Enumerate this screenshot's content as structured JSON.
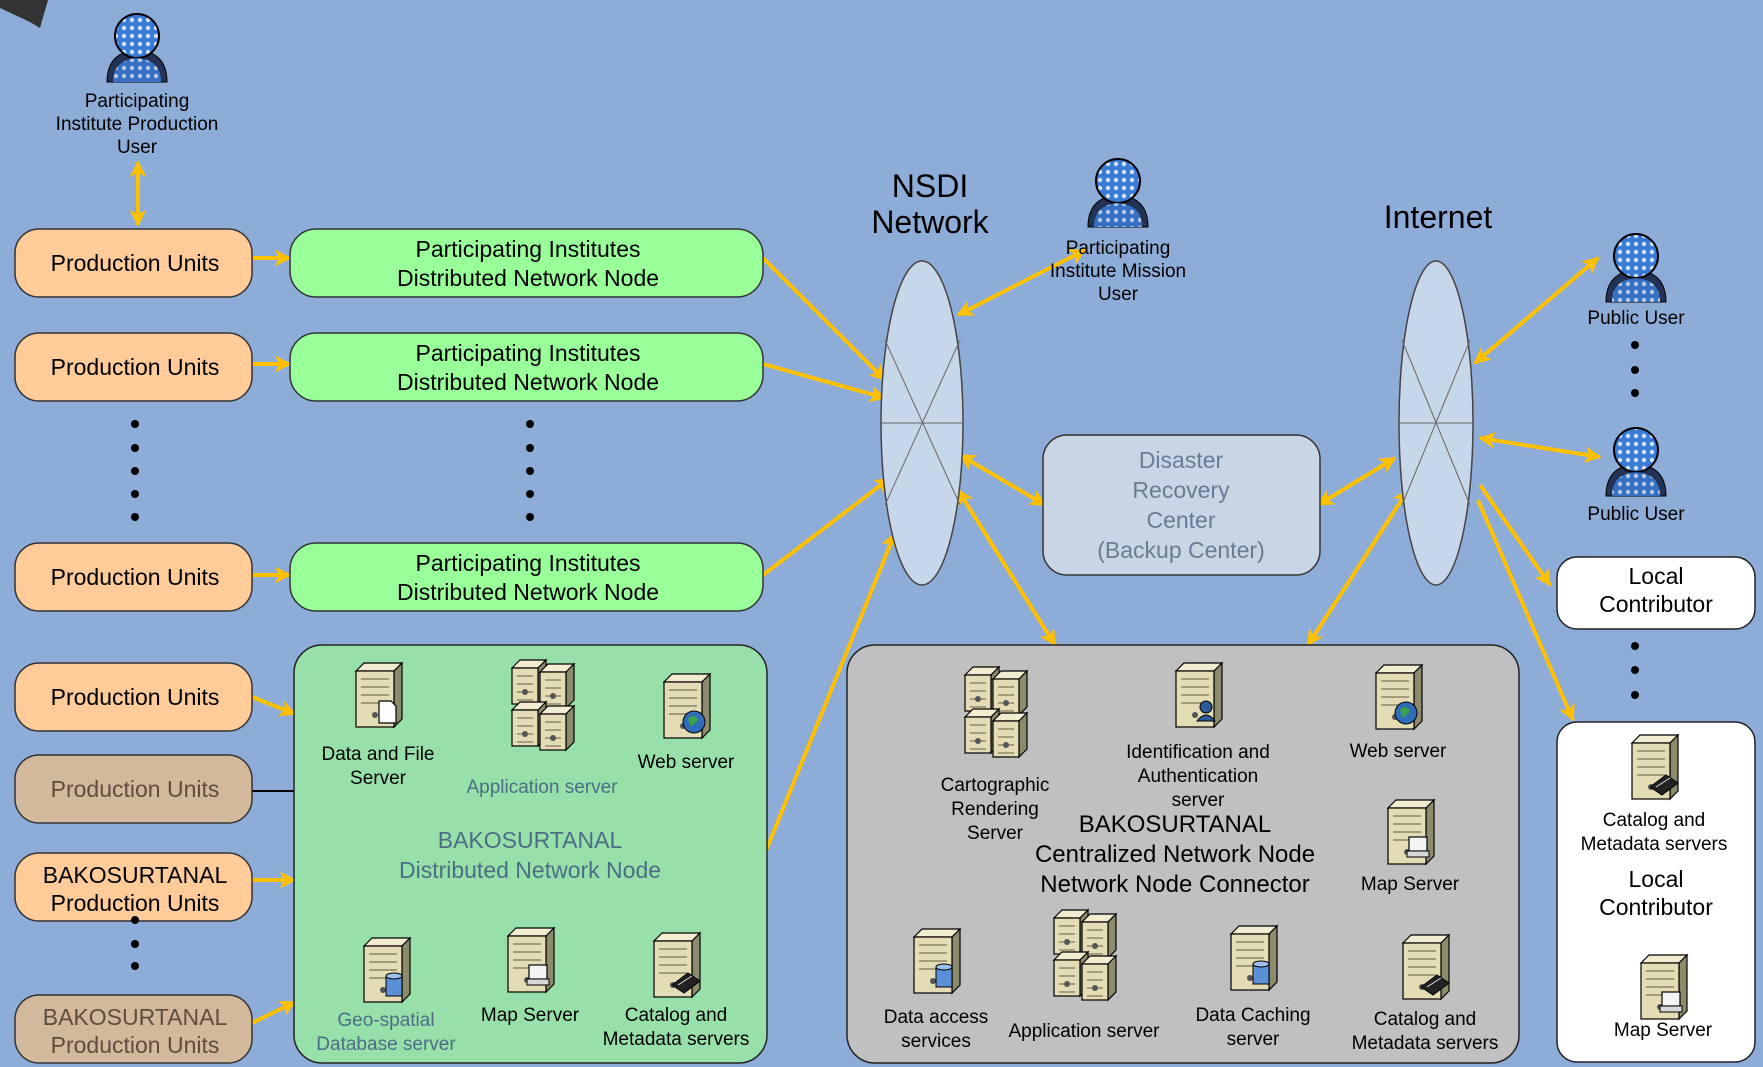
{
  "colors": {
    "background": "#8eacd8",
    "production_unit": "#ffcc99",
    "production_unit_muted": "#d2b99b",
    "distributed_node": "#99ff99",
    "bakosurtanal_node": "#98e0aa",
    "central_node": "#c0c0c0",
    "disaster_box": "#c9d4e4",
    "cloud": "#c8d6ea",
    "arrow": "#ffc000",
    "white_box": "#ffffff"
  },
  "users": {
    "production_user": [
      "Participating",
      "Institute Production",
      "User"
    ],
    "mission_user": [
      "Participating",
      "Institute Mission",
      "User"
    ],
    "public_user_1": [
      "Public User"
    ],
    "public_user_2": [
      "Public User"
    ]
  },
  "networks": {
    "nsdi": [
      "NSDI",
      "Network"
    ],
    "internet": [
      "Internet"
    ]
  },
  "production_units": [
    {
      "label": [
        "Production Units"
      ]
    },
    {
      "label": [
        "Production Units"
      ]
    },
    {
      "label": [
        "Production Units"
      ]
    },
    {
      "label": [
        "Production Units"
      ]
    },
    {
      "label": [
        "Production Units"
      ]
    },
    {
      "label": [
        "BAKOSURTANAL",
        "Production Units"
      ]
    },
    {
      "label": [
        "BAKOSURTANAL",
        "Production Units"
      ]
    }
  ],
  "distributed_nodes": [
    {
      "label": [
        "Participating Institutes",
        "Distributed Network Node"
      ]
    },
    {
      "label": [
        "Participating Institutes",
        "Distributed Network Node"
      ]
    },
    {
      "label": [
        "Participating Institutes",
        "Distributed Network Node"
      ]
    }
  ],
  "disaster_center": [
    "Disaster",
    "Recovery",
    "Center",
    "(Backup Center)"
  ],
  "bakosurtanal_node": {
    "title": [
      "BAKOSURTANAL",
      "Distributed Network Node"
    ],
    "servers": [
      {
        "label": [
          "Data and File",
          "Server"
        ],
        "icon": "file-server-icon"
      },
      {
        "label": [
          "Application server"
        ],
        "icon": "application-server-icon"
      },
      {
        "label": [
          "Web server"
        ],
        "icon": "web-server-icon"
      },
      {
        "label": [
          "Geo-spatial",
          "Database server"
        ],
        "icon": "database-server-icon"
      },
      {
        "label": [
          "Map Server"
        ],
        "icon": "map-server-icon"
      },
      {
        "label": [
          "Catalog and",
          "Metadata servers"
        ],
        "icon": "catalog-server-icon"
      }
    ]
  },
  "central_node": {
    "title": [
      "BAKOSURTANAL",
      "Centralized Network Node",
      "Network Node Connector"
    ],
    "servers": [
      {
        "label": [
          "Cartographic",
          "Rendering",
          "Server"
        ],
        "icon": "rendering-server-icon"
      },
      {
        "label": [
          "Identification and",
          "Authentication",
          "server"
        ],
        "icon": "authentication-server-icon"
      },
      {
        "label": [
          "Web server"
        ],
        "icon": "web-server-icon"
      },
      {
        "label": [
          "Map Server"
        ],
        "icon": "map-server-icon"
      },
      {
        "label": [
          "Data access",
          "services"
        ],
        "icon": "data-access-server-icon"
      },
      {
        "label": [
          "Application server"
        ],
        "icon": "application-server-icon"
      },
      {
        "label": [
          "Data Caching",
          "server"
        ],
        "icon": "caching-server-icon"
      },
      {
        "label": [
          "Catalog and",
          "Metadata servers"
        ],
        "icon": "catalog-server-icon"
      }
    ]
  },
  "local_contributor_1": [
    "Local",
    "Contributor"
  ],
  "local_contributor_2": {
    "title": [
      "Local",
      "Contributor"
    ],
    "servers": [
      {
        "label": [
          "Catalog and",
          "Metadata servers"
        ],
        "icon": "catalog-server-icon"
      },
      {
        "label": [
          "Map Server"
        ],
        "icon": "map-server-icon"
      }
    ]
  }
}
